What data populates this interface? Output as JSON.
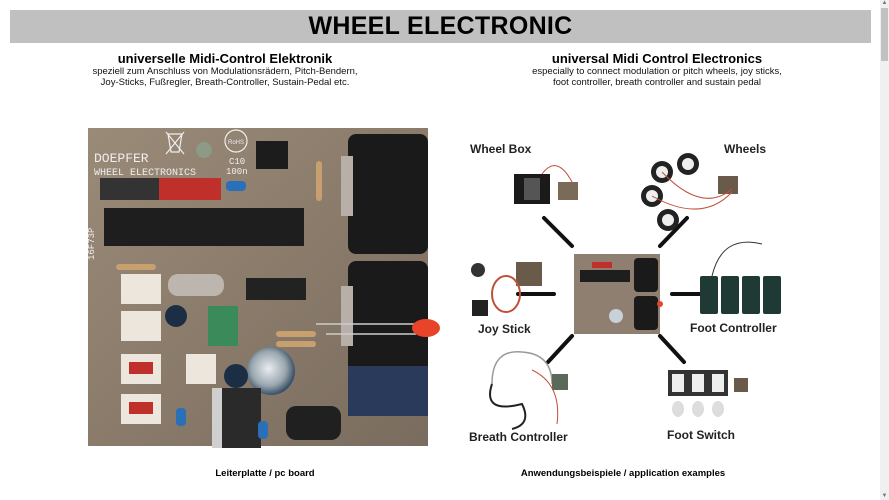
{
  "header": {
    "title": "WHEEL ELECTRONIC"
  },
  "german": {
    "title": "universelle Midi-Control Elektronik",
    "line1": "speziell zum Anschluss von Modulationsrädern, Pitch-Bendern,",
    "line2": "Joy-Sticks, Fußregler, Breath-Controller, Sustain-Pedal etc."
  },
  "english": {
    "title": "universal Midi Control Electronics",
    "line1": "especially to connect modulation or pitch wheels, joy sticks,",
    "line2": "foot controller, breath controller and sustain pedal"
  },
  "pcb_image": {
    "alt": "Leiterplatte / pc board",
    "silkscreen": {
      "brand": "DOEPFER",
      "product": "WHEEL ELECTRONICS",
      "rohs": "RoHS",
      "c10": "C10",
      "c10_val": "100n",
      "chip": "16F73P"
    }
  },
  "apps_image": {
    "labels": {
      "wheel_box": "Wheel Box",
      "wheels": "Wheels",
      "joy_stick": "Joy Stick",
      "foot_controller": "Foot Controller",
      "breath_controller": "Breath Controller",
      "foot_switch": "Foot Switch"
    }
  },
  "captions": {
    "left": "Leiterplatte / pc board",
    "right": "Anwendungsbeispiele / application examples"
  },
  "scrollbar": {
    "up_icon": "▲",
    "down_icon": "▼"
  }
}
